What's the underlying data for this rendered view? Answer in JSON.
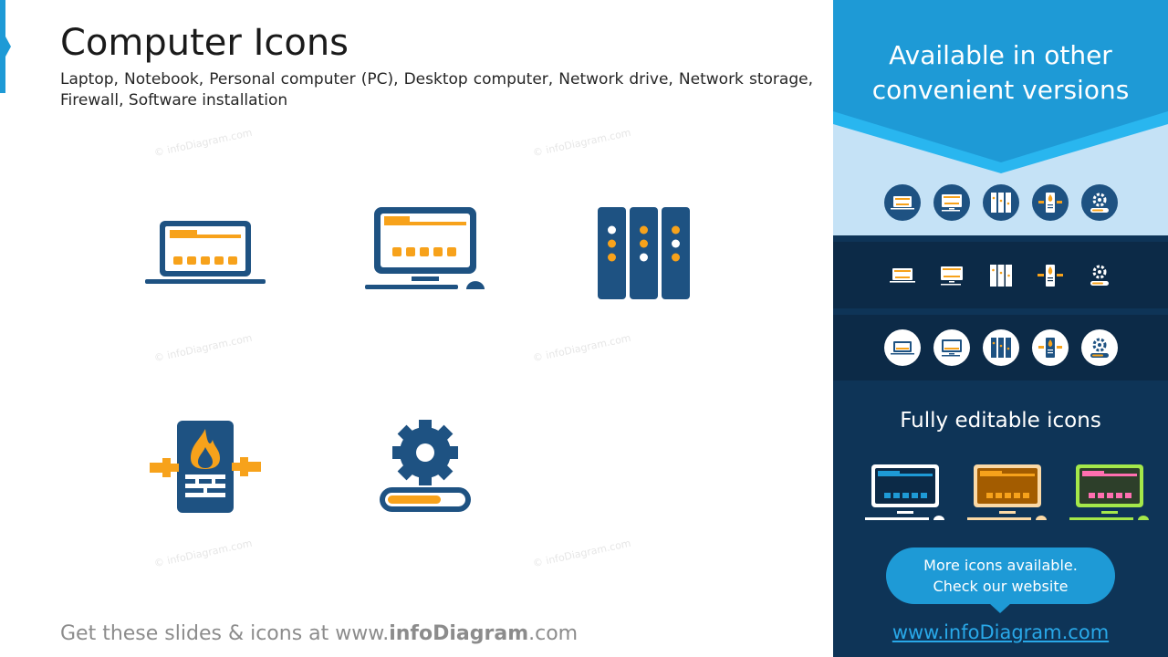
{
  "header": {
    "title": "Computer Icons",
    "subtitle": "Laptop, Notebook, Personal computer (PC), Desktop computer, Network drive, Network storage, Firewall, Software installation"
  },
  "watermark": "© infoDiagram.com",
  "icons": [
    {
      "name": "laptop-icon"
    },
    {
      "name": "desktop-computer-icon"
    },
    {
      "name": "network-storage-icon"
    },
    {
      "name": "firewall-icon"
    },
    {
      "name": "software-installation-icon"
    }
  ],
  "footer": {
    "prefix": "Get these slides & icons at www.",
    "brand": "infoDiagram",
    "suffix": ".com"
  },
  "side_panel": {
    "header_text": "Available in other convenient versions",
    "editable_title": "Fully editable icons",
    "bubble_line1": "More icons available.",
    "bubble_line2": "Check our website",
    "url": "www.infoDiagram.com"
  },
  "colors": {
    "icon_blue": "#1e5282",
    "icon_orange": "#f7a21b",
    "panel_blue": "#1e9ad6",
    "panel_dark": "#0e3457",
    "light_band": "#c5e2f6"
  }
}
